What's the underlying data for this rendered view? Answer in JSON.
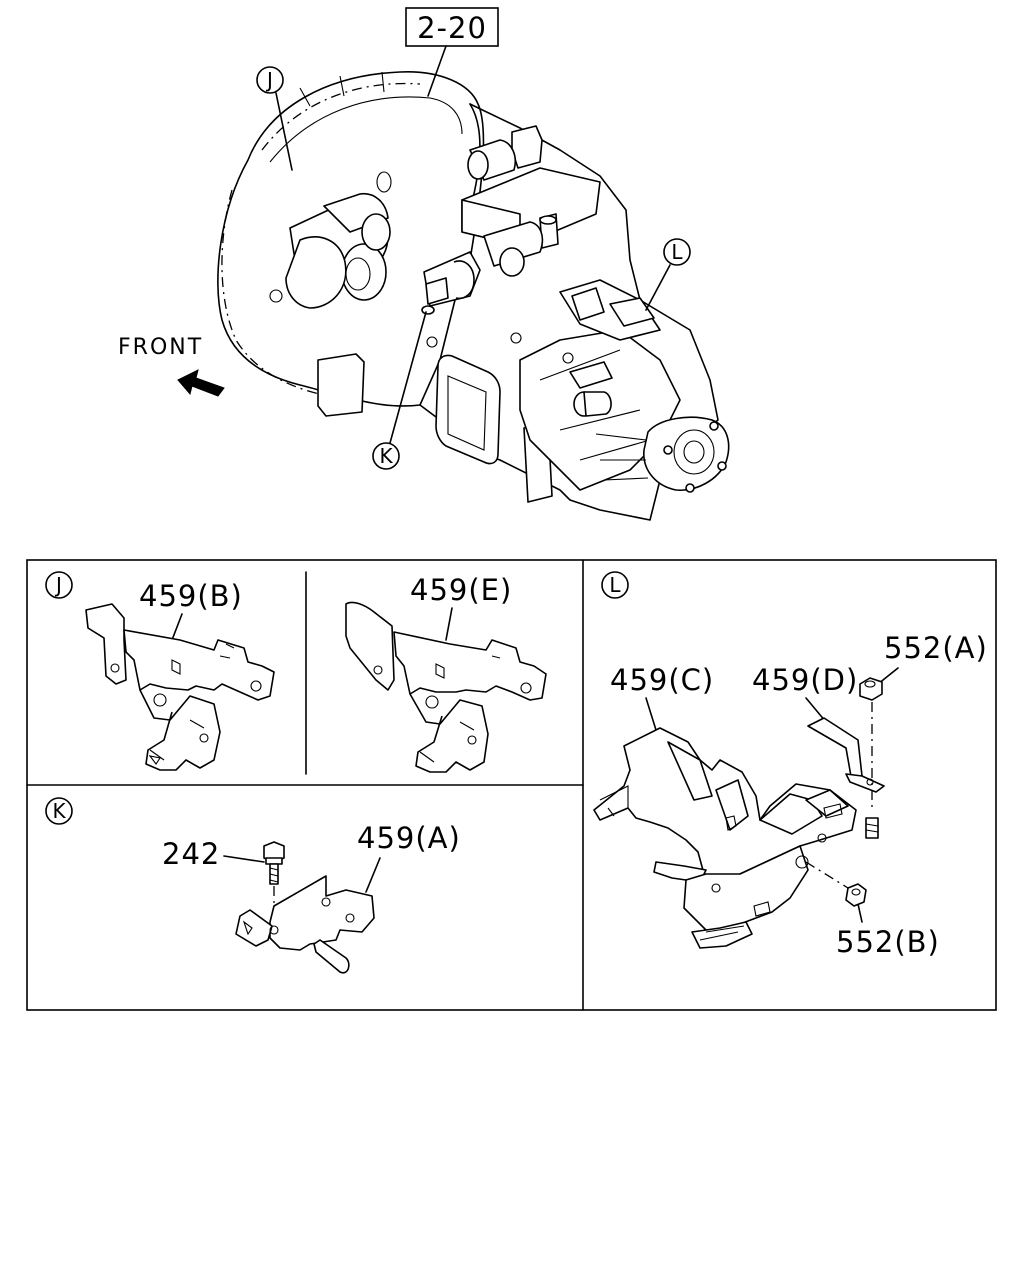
{
  "diagram": {
    "main_ref": "2-20",
    "front_label": "FRONT",
    "view_markers": {
      "j": "J",
      "k": "K",
      "l": "L"
    },
    "panels": {
      "j": {
        "marker": "J",
        "parts": [
          {
            "label": "459(B)"
          },
          {
            "label": "459(E)"
          }
        ]
      },
      "k": {
        "marker": "K",
        "parts": [
          {
            "label": "242"
          },
          {
            "label": "459(A)"
          }
        ]
      },
      "l": {
        "marker": "L",
        "parts": [
          {
            "label": "459(C)"
          },
          {
            "label": "459(D)"
          },
          {
            "label": "552(A)"
          },
          {
            "label": "552(B)"
          }
        ]
      }
    }
  }
}
